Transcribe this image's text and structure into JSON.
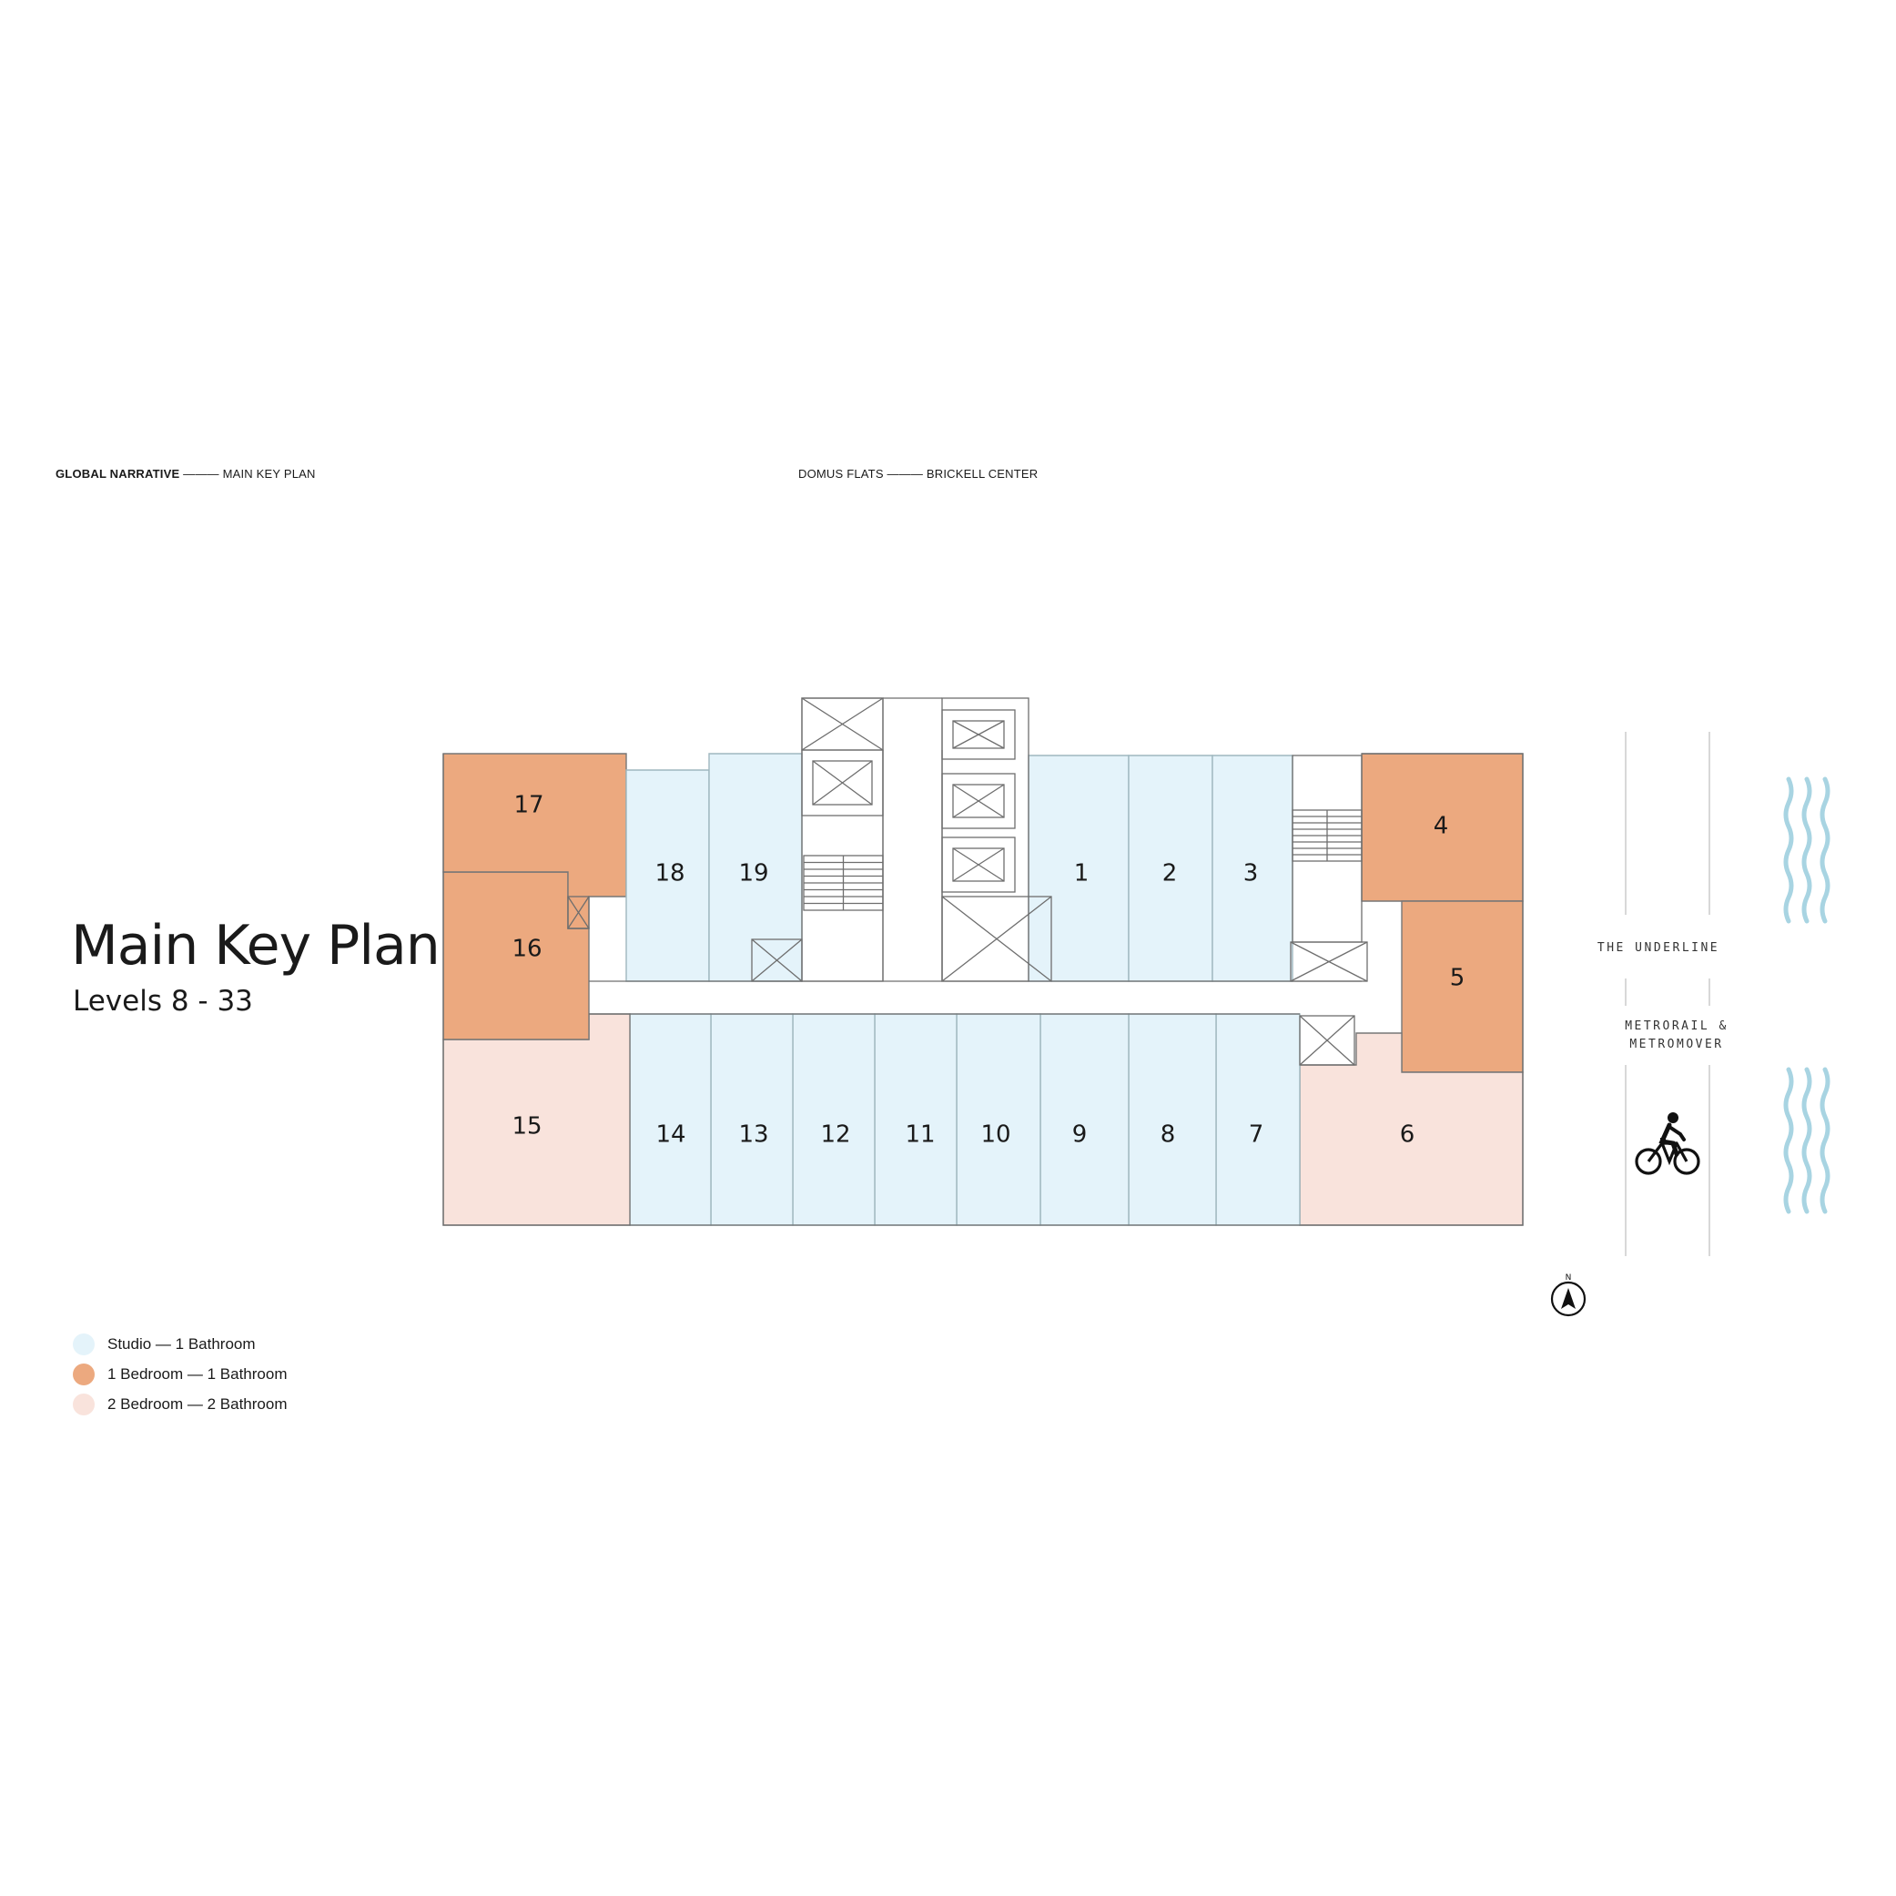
{
  "header": {
    "left_bold": "GLOBAL NARRATIVE",
    "left_rest": " ——— MAIN KEY PLAN",
    "center": "DOMUS FLATS ——— BRICKELL CENTER"
  },
  "title": "Main Key Plan",
  "subtitle": "Levels 8 - 33",
  "legend": [
    {
      "label": "Studio — 1 Bathroom",
      "color": "#e4f3fa"
    },
    {
      "label": "1 Bedroom — 1 Bathroom",
      "color": "#eca97f"
    },
    {
      "label": "2 Bedroom — 2 Bathroom",
      "color": "#f9e3dc"
    }
  ],
  "colors": {
    "studio": "#e4f3fa",
    "one_bed": "#eca97f",
    "two_bed": "#f9e3dc",
    "water": "#a8d4e2",
    "outline": "#6e6e6e"
  },
  "units": [
    {
      "id": "1",
      "type": "studio"
    },
    {
      "id": "2",
      "type": "studio"
    },
    {
      "id": "3",
      "type": "studio"
    },
    {
      "id": "4",
      "type": "one_bed"
    },
    {
      "id": "5",
      "type": "one_bed"
    },
    {
      "id": "6",
      "type": "two_bed"
    },
    {
      "id": "7",
      "type": "studio"
    },
    {
      "id": "8",
      "type": "studio"
    },
    {
      "id": "9",
      "type": "studio"
    },
    {
      "id": "10",
      "type": "studio"
    },
    {
      "id": "11",
      "type": "studio"
    },
    {
      "id": "12",
      "type": "studio"
    },
    {
      "id": "13",
      "type": "studio"
    },
    {
      "id": "14",
      "type": "studio"
    },
    {
      "id": "15",
      "type": "two_bed"
    },
    {
      "id": "16",
      "type": "one_bed"
    },
    {
      "id": "17",
      "type": "one_bed"
    },
    {
      "id": "18",
      "type": "studio"
    },
    {
      "id": "19",
      "type": "studio"
    }
  ],
  "streets": {
    "underline": "THE UNDERLINE",
    "metro_line1": "METRORAIL &",
    "metro_line2": "METROMOVER"
  },
  "icons": {
    "north": "north-arrow-icon",
    "bike": "bicycle-rider-icon",
    "water": "water-waves-icon"
  }
}
